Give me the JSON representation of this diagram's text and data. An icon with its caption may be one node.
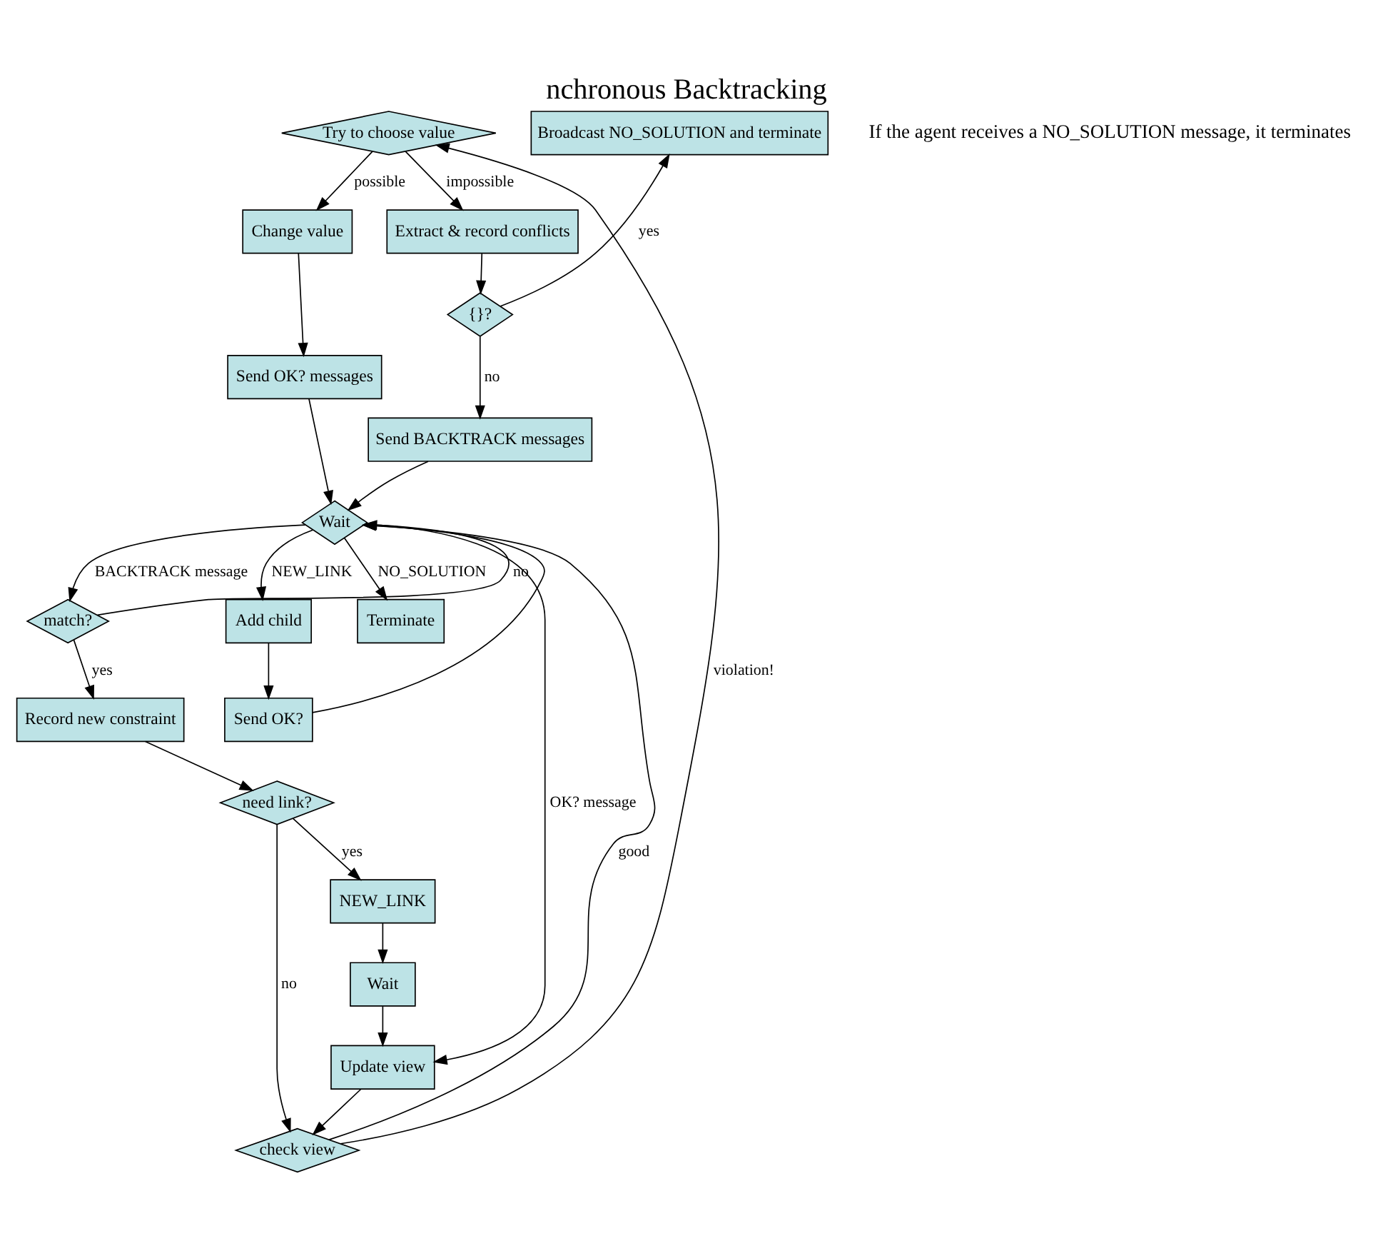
{
  "diagram": {
    "title": "nchronous Backtracking",
    "nodes": [
      {
        "text": [
          "Try to choose value"
        ]
      },
      {
        "text": [
          "Change value"
        ]
      },
      {
        "text": [
          "Send OK? messages"
        ]
      },
      {
        "text": [
          "Extract & record conflicts"
        ]
      },
      {
        "text": [
          "Broadcast NO_SOLUTION and terminate"
        ]
      },
      {
        "text": [
          "{}?"
        ]
      },
      {
        "text": [
          "Send BACKTRACK messages"
        ]
      },
      {
        "text": [
          "Wait"
        ]
      },
      {
        "text": [
          "match?"
        ]
      },
      {
        "text": [
          "Add child"
        ]
      },
      {
        "text": [
          "Terminate"
        ]
      },
      {
        "text": [
          "Record new constraint"
        ]
      },
      {
        "text": [
          "Send OK?"
        ]
      },
      {
        "text": [
          "need link?"
        ]
      },
      {
        "text": [
          "NEW_LINK"
        ]
      },
      {
        "text": [
          "Wait"
        ]
      },
      {
        "text": [
          "Update view"
        ]
      },
      {
        "text": [
          "check view"
        ]
      }
    ],
    "edges": [
      {
        "from": 0,
        "to": 1,
        "arrow": "to",
        "label": "possible"
      },
      {
        "from": 0,
        "to": 3,
        "arrow": "to",
        "label": "impossible"
      },
      {
        "from": 1,
        "to": 2,
        "arrow": "to"
      },
      {
        "from": 2,
        "to": 7,
        "arrow": "to"
      },
      {
        "from": 3,
        "to": 5,
        "arrow": "to"
      },
      {
        "from": 5,
        "to": 4,
        "arrow": "to",
        "label": "yes"
      },
      {
        "from": 5,
        "to": 6,
        "arrow": "to",
        "label": "no"
      },
      {
        "from": 6,
        "to": 7,
        "arrow": "to"
      },
      {
        "from": 7,
        "to": 8,
        "arrow": "to",
        "label": "BACKTRACK message"
      },
      {
        "from": 8,
        "to": 7,
        "arrow": "to",
        "label": "no"
      },
      {
        "from": 7,
        "to": 9,
        "arrow": "to",
        "label": "NEW_LINK"
      },
      {
        "from": 7,
        "to": 10,
        "arrow": "to",
        "label": "NO_SOLUTION"
      },
      {
        "from": 7,
        "to": 16,
        "arrow": "to",
        "label": "OK? message"
      },
      {
        "from": 9,
        "to": 12,
        "arrow": "to"
      },
      {
        "from": 12,
        "to": 7,
        "arrow": "to"
      },
      {
        "from": 8,
        "to": 11,
        "arrow": "to",
        "label": "yes"
      },
      {
        "from": 11,
        "to": 13,
        "arrow": "to"
      },
      {
        "from": 13,
        "to": 14,
        "arrow": "to",
        "label": "yes"
      },
      {
        "from": 14,
        "to": 15,
        "arrow": "to"
      },
      {
        "from": 15,
        "to": 16,
        "arrow": "to"
      },
      {
        "from": 13,
        "to": 17,
        "arrow": "to",
        "label": "no"
      },
      {
        "from": 16,
        "to": 17,
        "arrow": "to"
      },
      {
        "from": 17,
        "to": 7,
        "arrow": "to",
        "label": "good"
      },
      {
        "from": 17,
        "to": 0,
        "arrow": "to",
        "label": "violation!"
      }
    ],
    "labels": [
      "If the agent receives a NO_SOLUTION message, it terminates"
    ]
  }
}
